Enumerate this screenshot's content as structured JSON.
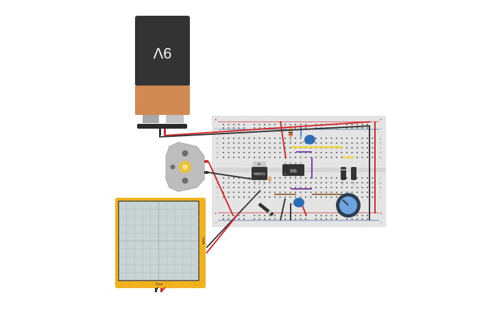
{
  "battery": {
    "label": "9V",
    "body_color": "#333333",
    "cap_color": "#d18b52"
  },
  "motor": {
    "body_color": "#bdbdbd",
    "shaft_color": "#e8c33a"
  },
  "oscilloscope": {
    "x_label": "Time",
    "y_label": "Volts",
    "frame_color": "#f0b21e",
    "screen_color": "#c9d3d3"
  },
  "breadboard": {
    "color": "#e4e4e4",
    "rail_positive": "+",
    "rail_negative": "−",
    "row_letters_top": [
      "a",
      "b",
      "c",
      "d",
      "e"
    ],
    "row_letters_bottom": [
      "f",
      "g",
      "h",
      "i",
      "j"
    ]
  },
  "components": {
    "timer_ic": "555",
    "mosfet": "NMOS"
  },
  "wire_colors": {
    "red": "#d0282b",
    "black": "#333333",
    "purple": "#7a3ca3",
    "yellow": "#f2d33a",
    "brown": "#9b6a3a"
  }
}
